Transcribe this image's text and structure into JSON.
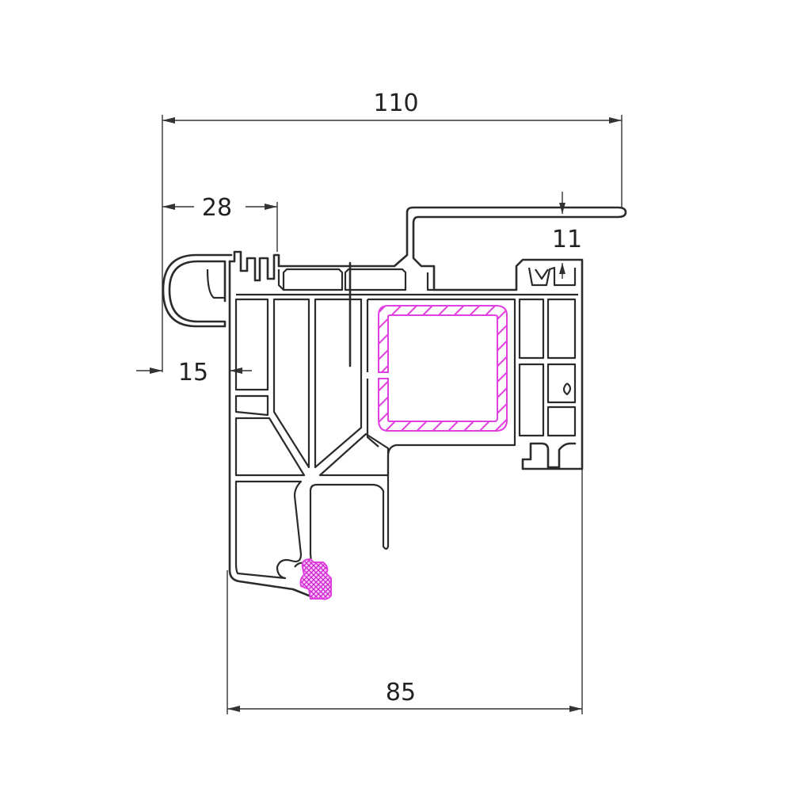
{
  "dimensions": {
    "overall_width": "110",
    "glazing_bead_width": "28",
    "frame_depth": "85",
    "frame_left_offset": "15",
    "lip_height": "11"
  },
  "colors": {
    "profile_outline": "#2b2b2b",
    "reinforcement": "#e040e0",
    "gasket": "#e040e0",
    "dimension_line": "#333333"
  }
}
